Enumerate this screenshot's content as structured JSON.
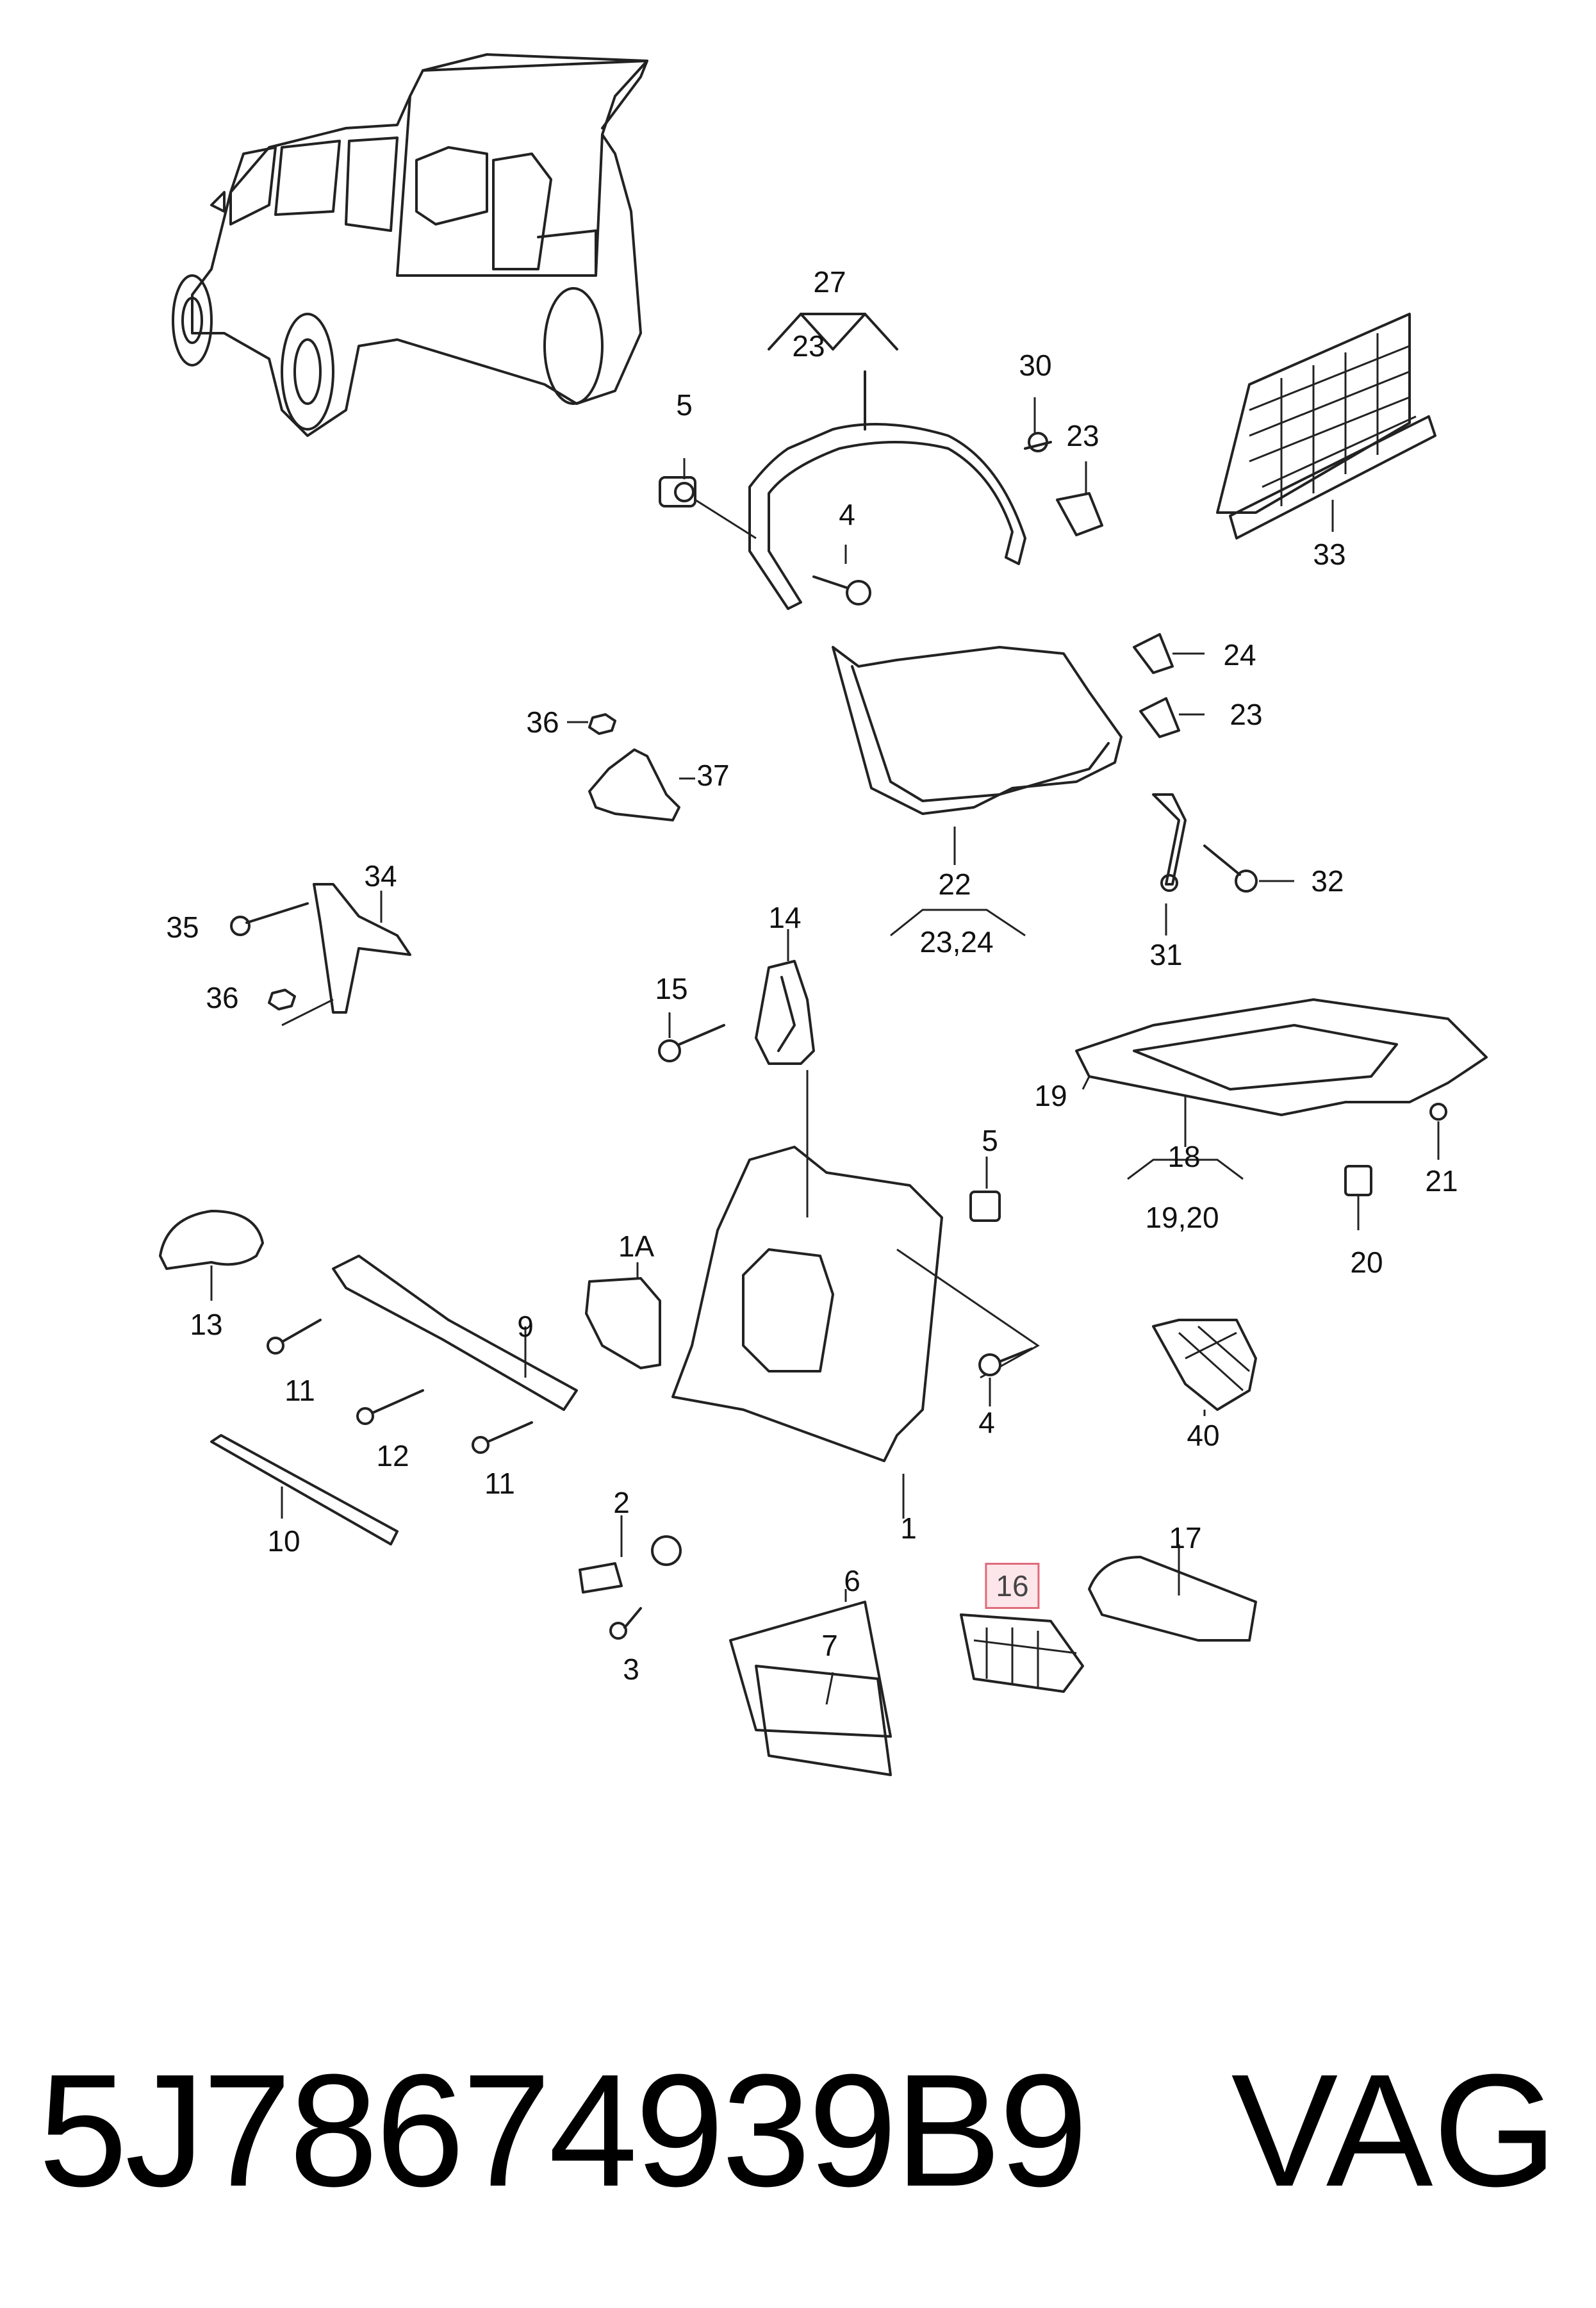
{
  "diagram": {
    "callouts": [
      {
        "id": "c27",
        "text": "27"
      },
      {
        "id": "c27-sub",
        "text": "23"
      },
      {
        "id": "c5-top",
        "text": "5"
      },
      {
        "id": "c4-top",
        "text": "4"
      },
      {
        "id": "c30",
        "text": "30"
      },
      {
        "id": "c23-a",
        "text": "23"
      },
      {
        "id": "c33",
        "text": "33"
      },
      {
        "id": "c24",
        "text": "24"
      },
      {
        "id": "c23-b",
        "text": "23"
      },
      {
        "id": "c36-a",
        "text": "36"
      },
      {
        "id": "c37",
        "text": "37"
      },
      {
        "id": "c22",
        "text": "22"
      },
      {
        "id": "c22-sub",
        "text": "23,24"
      },
      {
        "id": "c32",
        "text": "32"
      },
      {
        "id": "c31",
        "text": "31"
      },
      {
        "id": "c34",
        "text": "34"
      },
      {
        "id": "c35",
        "text": "35"
      },
      {
        "id": "c36-b",
        "text": "36"
      },
      {
        "id": "c14",
        "text": "14"
      },
      {
        "id": "c15",
        "text": "15"
      },
      {
        "id": "c19",
        "text": "19"
      },
      {
        "id": "c18",
        "text": "18"
      },
      {
        "id": "c18-sub",
        "text": "19,20"
      },
      {
        "id": "c21",
        "text": "21"
      },
      {
        "id": "c20",
        "text": "20"
      },
      {
        "id": "c5-mid",
        "text": "5"
      },
      {
        "id": "c13",
        "text": "13"
      },
      {
        "id": "c1a",
        "text": "1A"
      },
      {
        "id": "c9",
        "text": "9"
      },
      {
        "id": "c11-a",
        "text": "11"
      },
      {
        "id": "c12",
        "text": "12"
      },
      {
        "id": "c11-b",
        "text": "11"
      },
      {
        "id": "c4-mid",
        "text": "4"
      },
      {
        "id": "c40",
        "text": "40"
      },
      {
        "id": "c10",
        "text": "10"
      },
      {
        "id": "c1",
        "text": "1"
      },
      {
        "id": "c2",
        "text": "2"
      },
      {
        "id": "c3",
        "text": "3"
      },
      {
        "id": "c6",
        "text": "6"
      },
      {
        "id": "c7",
        "text": "7"
      },
      {
        "id": "c16",
        "text": "16",
        "highlighted": true
      },
      {
        "id": "c17",
        "text": "17"
      }
    ]
  },
  "footer": {
    "part_number": "5J78674939B9",
    "brand": "VAG"
  },
  "colors": {
    "line": "#222222",
    "highlight_fill": "#fde6ea",
    "highlight_border": "#e06b7b"
  }
}
